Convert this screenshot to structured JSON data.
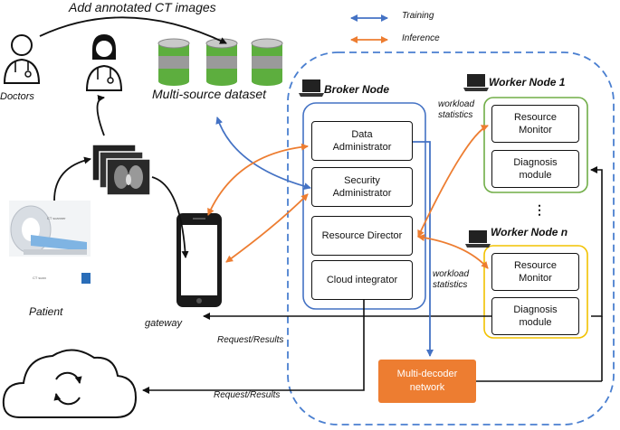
{
  "title_arrow_label": "Add annotated CT images",
  "legend": {
    "training": {
      "label": "Training",
      "color": "#4472C4"
    },
    "inference": {
      "label": "Inference",
      "color": "#ED7D31"
    }
  },
  "labels": {
    "doctors": "Doctors",
    "dataset": "Multi-source dataset",
    "patient": "Patient",
    "gateway": "gateway",
    "broker_node": "Broker Node",
    "worker_node_1": "Worker Node 1",
    "worker_node_n": "Worker Node n",
    "workload_stats_1": "workload\nstatistics",
    "workload_stats_2": "workload\nstatistics",
    "request_results_1": "Request/Results",
    "request_results_2": "Request/Results",
    "ct_scanner_tag": "CT scanner",
    "ct_scan_tag": "CT scan",
    "ellipsis": "⋮"
  },
  "broker_modules": [
    "Data\nAdministrator",
    "Security\nAdministrator",
    "Resource Director",
    "Cloud integrator"
  ],
  "worker1_modules": [
    "Resource\nMonitor",
    "Diagnosis\nmodule"
  ],
  "workern_modules": [
    "Resource\nMonitor",
    "Diagnosis\nmodule"
  ],
  "decoder_label": "Multi-decoder\nnetwork",
  "colors": {
    "blue": "#4472C4",
    "orange": "#ED7D31",
    "dash_blue": "#4A7FD0",
    "green": "#70AD47",
    "yellow": "#F2C200",
    "decoder_fill": "#ED7D31",
    "db_green": "#5DAE3E",
    "db_gray": "#9A9A9A"
  }
}
